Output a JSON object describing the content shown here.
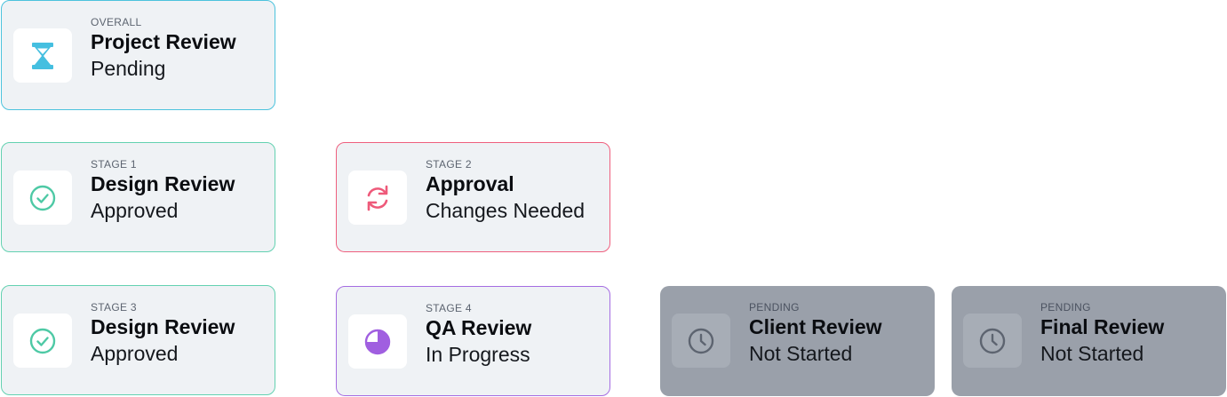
{
  "cards": {
    "overall": {
      "kicker": "OVERALL",
      "title": "Project Review",
      "status": "Pending",
      "icon": "hourglass-icon",
      "accent": "#4cc3dd"
    },
    "stage1": {
      "kicker": "STAGE 1",
      "title": "Design Review",
      "status": "Approved",
      "icon": "check-circle-icon",
      "accent": "#63d1b1"
    },
    "stage2": {
      "kicker": "STAGE 2",
      "title": "Approval",
      "status": "Changes Needed",
      "icon": "refresh-icon",
      "accent": "#ef5f7e"
    },
    "stage3": {
      "kicker": "STAGE 3",
      "title": "Design Review",
      "status": "Approved",
      "icon": "check-circle-icon",
      "accent": "#63d1b1"
    },
    "stage4": {
      "kicker": "STAGE 4",
      "title": "QA Review",
      "status": "In Progress",
      "icon": "pie-progress-icon",
      "accent": "#a56de2"
    },
    "pending_client": {
      "kicker": "PENDING",
      "title": "Client Review",
      "status": "Not Started",
      "icon": "clock-icon",
      "accent": "#9aa0aa"
    },
    "pending_final": {
      "kicker": "PENDING",
      "title": "Final Review",
      "status": "Not Started",
      "icon": "clock-icon",
      "accent": "#9aa0aa"
    }
  }
}
